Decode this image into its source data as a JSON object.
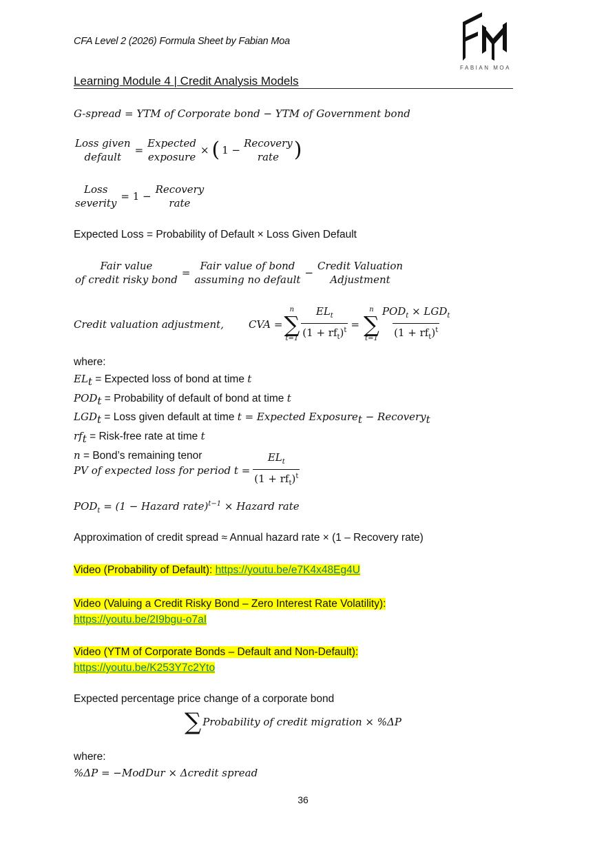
{
  "header": {
    "title": "CFA Level 2 (2026) Formula Sheet by Fabian Moa",
    "logo_text": "FABIAN MOA",
    "logo_icon": "fm-monogram-icon"
  },
  "section": {
    "heading": "Learning Module 4 | Credit Analysis Models"
  },
  "formulas": {
    "g_spread": "G-spread = YTM of Corporate bond − YTM of Government bond",
    "lgd": {
      "lhs_top": "Loss given",
      "lhs_bottom": "default",
      "eq": "=",
      "a_top": "Expected",
      "a_bottom": "exposure",
      "times": "×",
      "one_minus": "1 −",
      "b_top": "Recovery",
      "b_bottom": "rate"
    },
    "loss_severity": {
      "lhs_top": "Loss",
      "lhs_bottom": "severity",
      "rhs": "= 1 −",
      "b_top": "Recovery",
      "b_bottom": "rate"
    },
    "expected_loss": "Expected Loss = Probability of Default × Loss Given Default",
    "fair_value": {
      "lhs_top": "Fair value",
      "lhs_bottom": "of credit risky bond",
      "eq": "=",
      "a_top": "Fair value of bond",
      "a_bottom": "assuming no default",
      "minus": "−",
      "b_top": "Credit Valuation",
      "b_bottom": "Adjustment"
    },
    "cva": {
      "label": "Credit valuation adjustment,",
      "lhs": "CVA =",
      "sum_upper": "n",
      "sum_lower": "t=1",
      "f1_num": "EL",
      "f1_num_sub": "t",
      "f1_den": "(1 + rf",
      "f1_den_sub": "t",
      "f1_den_close": ")",
      "f1_den_sup": "t",
      "eq": "=",
      "f2_num": "POD",
      "f2_num_sub": "t",
      "f2_num_mid": " × LGD",
      "f2_num_sub2": "t",
      "f2_den": "(1 + rf",
      "f2_den_sub": "t",
      "f2_den_close": ")",
      "f2_den_sup": "t"
    },
    "where_label": "where:",
    "definitions": [
      {
        "sym": "EL",
        "sub": "t",
        "eq": " = ",
        "text": "Expected loss of bond at time ",
        "var": "t",
        "extra": ""
      },
      {
        "sym": "POD",
        "sub": "t",
        "eq": " = ",
        "text": "Probability of default of bond at time ",
        "var": "t",
        "extra": ""
      },
      {
        "sym": "LGD",
        "sub": "t",
        "eq": " = ",
        "text": "Loss given default at time ",
        "var": "t",
        "extra": " = Expected Exposure",
        "extra_sub": "t",
        "extra2": " − Recovery",
        "extra2_sub": "t"
      },
      {
        "sym": "rf",
        "sub": "t",
        "eq": " = ",
        "text": "Risk-free rate at time ",
        "var": "t",
        "extra": ""
      },
      {
        "sym": "n",
        "sub": "",
        "eq": " = ",
        "text": "Bond’s remaining tenor",
        "var": "",
        "extra": ""
      }
    ],
    "pv_expected_loss": {
      "lhs": "PV of expected loss for period t =",
      "num": "EL",
      "num_sub": "t",
      "den": "(1 + rf",
      "den_sub": "t",
      "den_close": ")",
      "den_sup": "t"
    },
    "pod_hazard": {
      "lhs": "POD",
      "lhs_sub": "t",
      "rhs": " = (1 − Hazard rate)",
      "sup": "t−1",
      "rhs2": " × Hazard rate"
    },
    "credit_spread_approx": "Approximation of credit spread ≈ Annual hazard rate × (1 – Recovery rate)"
  },
  "videos": [
    {
      "label": "Video (Probability of Default): ",
      "url": "https://youtu.be/e7K4x48Eg4U"
    },
    {
      "label": "Video  (Valuing a Credit Risky Bond – Zero Interest Rate Volatility):",
      "url": "https://youtu.be/2I9bgu-o7aI"
    },
    {
      "label": "Video (YTM of Corporate Bonds – Default and Non-Default):",
      "url": "https://youtu.be/K253Y7c2Yto"
    }
  ],
  "price_change": {
    "intro": "Expected percentage price change of a corporate bond",
    "sigma": "∑",
    "formula": "Probability of credit migration × %ΔP",
    "where_label": "where:",
    "definition": "%ΔP = −ModDur × Δcredit spread"
  },
  "footer": {
    "page_number": "36"
  },
  "colors": {
    "highlight": "#ffff00",
    "link": "#1a7a6f",
    "text": "#111111"
  }
}
